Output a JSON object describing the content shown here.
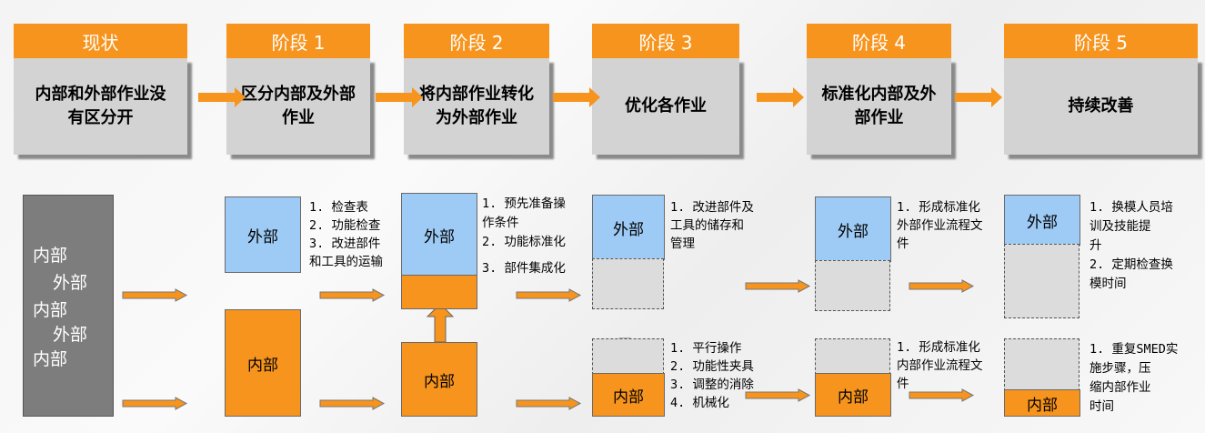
{
  "colors": {
    "orange": "#f7941d",
    "blue": "#9ecbf5",
    "gray_box": "#d3d3d3",
    "dark_gray": "#7d7d7d"
  },
  "stages": [
    {
      "head": "现状",
      "lines": [
        "内部和外部作业没",
        "有区分开"
      ]
    },
    {
      "head": "阶段 1",
      "lines": [
        "区分内部及外部",
        "作业"
      ]
    },
    {
      "head": "阶段 2",
      "lines": [
        "将内部作业转化",
        "为外部作业"
      ]
    },
    {
      "head": "阶段 3",
      "lines": [
        "优化各作业"
      ]
    },
    {
      "head": "阶段 4",
      "lines": [
        "标准化内部及外",
        "部作业"
      ]
    },
    {
      "head": "阶段 5",
      "lines": [
        "持续改善"
      ]
    }
  ],
  "current_state_lines": [
    "内部",
    "外部",
    "内部",
    "外部",
    "内部"
  ],
  "labels": {
    "external": "外部",
    "internal": "内部"
  },
  "notes": {
    "stage1": [
      "1.  检查表",
      "2.  功能检查",
      "3.  改进部件",
      "和工具的运输"
    ],
    "stage2": [
      "1.  预先准备操",
      "作条件",
      "2.  功能标准化",
      "",
      "3.  部件集成化"
    ],
    "stage3_top": [
      "1.  改进部件及",
      "工具的储存和",
      "管理"
    ],
    "stage3_bottom": [
      "1.  平行操作",
      "2.  功能性夹具",
      "3.  调整的消除",
      "4.  机械化"
    ],
    "stage4_top": [
      "1.  形成标准化",
      "外部作业流程文",
      "件"
    ],
    "stage4_bottom": [
      "1.  形成标准化",
      "内部作业流程文",
      "件"
    ],
    "stage5_top": [
      "1.    换模人员培",
      "      训及技能提",
      "      升",
      "2.    定期检查换",
      "      模时间"
    ],
    "stage5_bottom": [
      "1.    重复SMED实",
      "      施步骤，压",
      "      缩内部作业",
      "      时间"
    ]
  }
}
